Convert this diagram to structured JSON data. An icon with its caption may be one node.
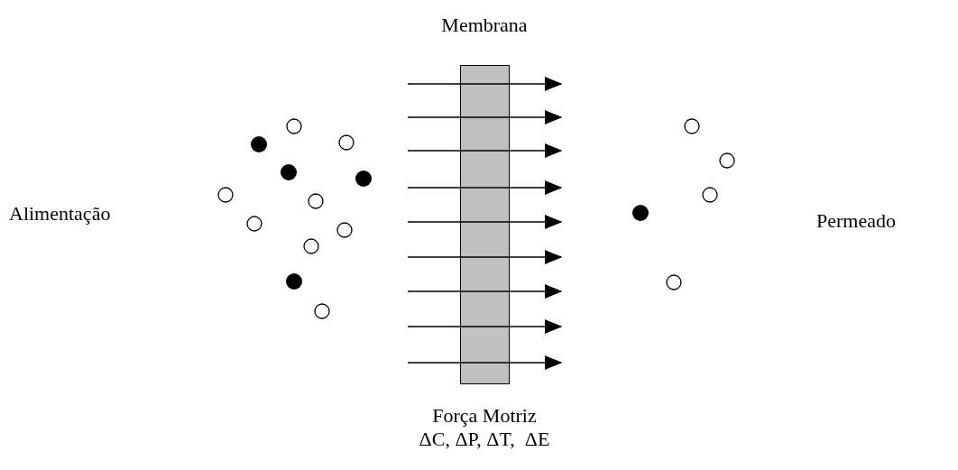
{
  "diagram": {
    "nodes": [
      {
        "text": [
          "Membrana"
        ]
      }
    ],
    "labels": [
      "Alimentação",
      "Permeado",
      "Força Motriz",
      "ΔC, ΔP, ΔT,  ΔE"
    ]
  }
}
